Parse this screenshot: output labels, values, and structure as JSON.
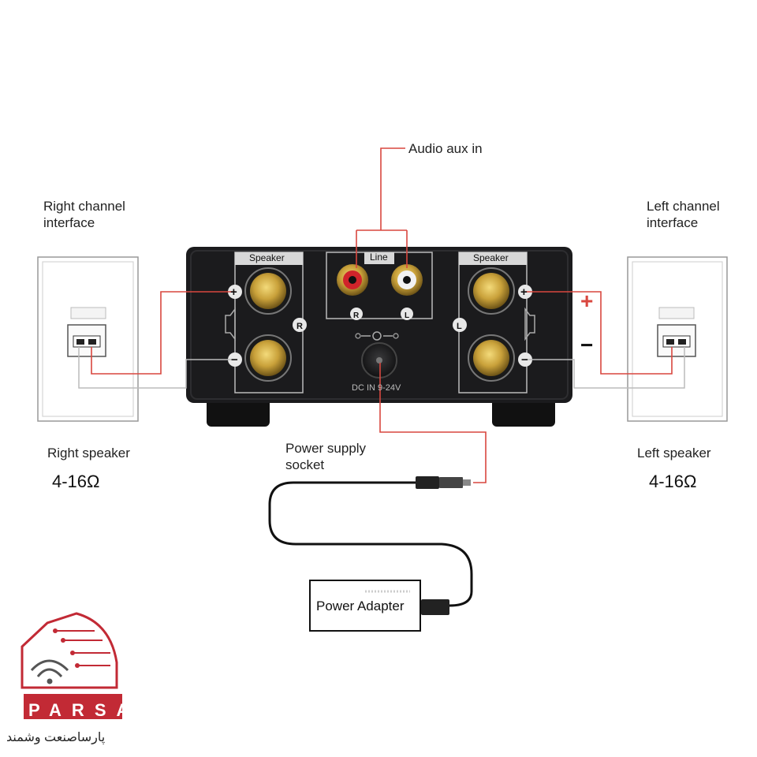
{
  "labels": {
    "audio_aux_in": "Audio aux in",
    "right_channel_interface": [
      "Right channel",
      "interface"
    ],
    "left_channel_interface": [
      "Left channel",
      "interface"
    ],
    "right_speaker": "Right speaker",
    "left_speaker": "Left speaker",
    "right_impedance": "4-16Ω",
    "left_impedance": "4-16Ω",
    "power_supply_socket": [
      "Power supply",
      "socket"
    ],
    "power_adapter": "Power  Adapter",
    "plus_sign": "+",
    "minus_sign": "−"
  },
  "amplifier_panel": {
    "left_group_title": "Speaker",
    "middle_group_title": "Line",
    "right_group_title": "Speaker",
    "left_group_badge": "R",
    "right_group_badge": "L",
    "rca_right_label": "R",
    "rca_left_label": "L",
    "plus_mark": "+",
    "minus_mark": "−",
    "dc_label": "DC IN 9-24V"
  },
  "branding": {
    "logo_text": "PARSA",
    "logo_text_fa": "پارساصنعت وشمند"
  },
  "colors": {
    "callout_red": "#d9473f",
    "brand_red": "#c22a35",
    "panel_black": "#1b1b1d",
    "gold": "#c9a640"
  }
}
